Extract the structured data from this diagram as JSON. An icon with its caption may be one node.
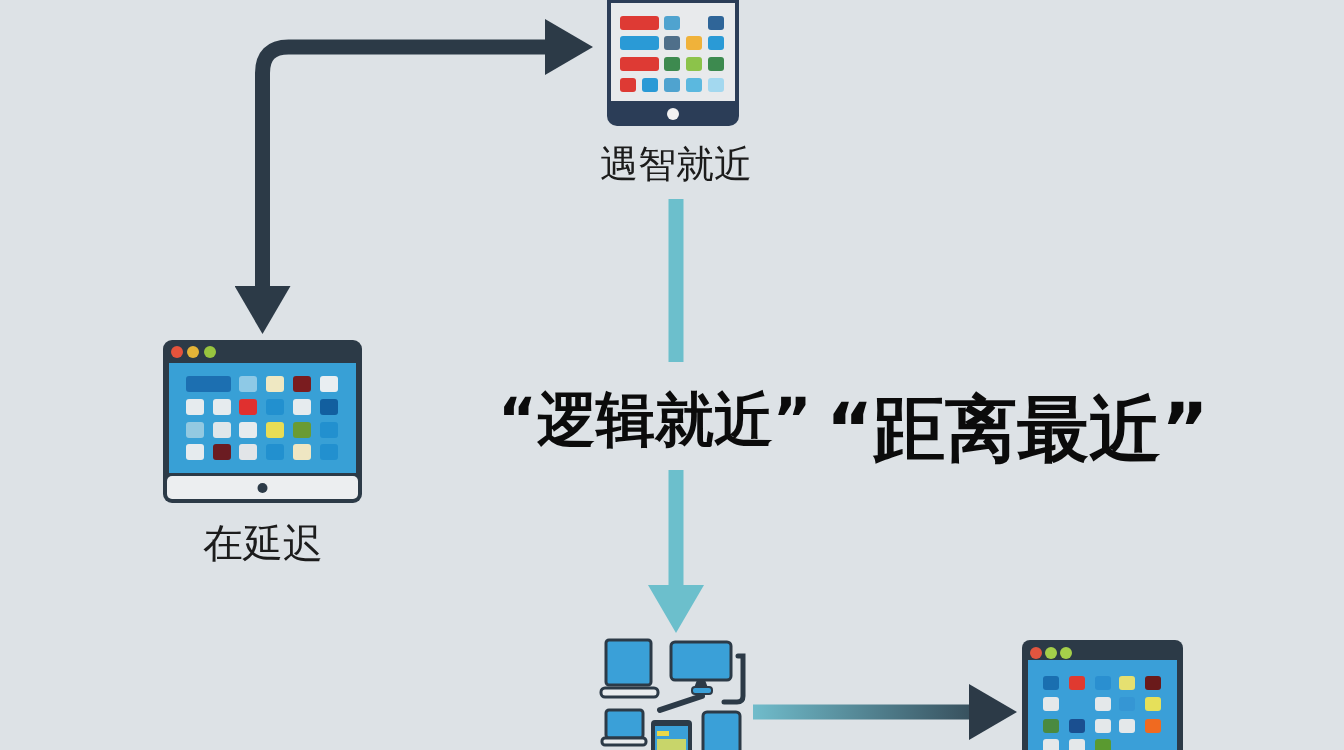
{
  "diagram": {
    "nodes": [
      {
        "text": [
          "遇智就近"
        ]
      },
      {
        "text": [
          "在延迟"
        ]
      },
      {
        "text": [],
        "shape": "picture"
      },
      {
        "text": [],
        "shape": "picture"
      }
    ],
    "edges": [
      {
        "from": 0,
        "to": 1,
        "arrow": "both"
      },
      {
        "from": 0,
        "to": 2,
        "arrow": "to",
        "color": "#6cbfcc"
      },
      {
        "from": 2,
        "to": 3,
        "arrow": "to"
      }
    ],
    "labels": [
      "“逻辑就近”",
      "“距离最近”"
    ]
  }
}
